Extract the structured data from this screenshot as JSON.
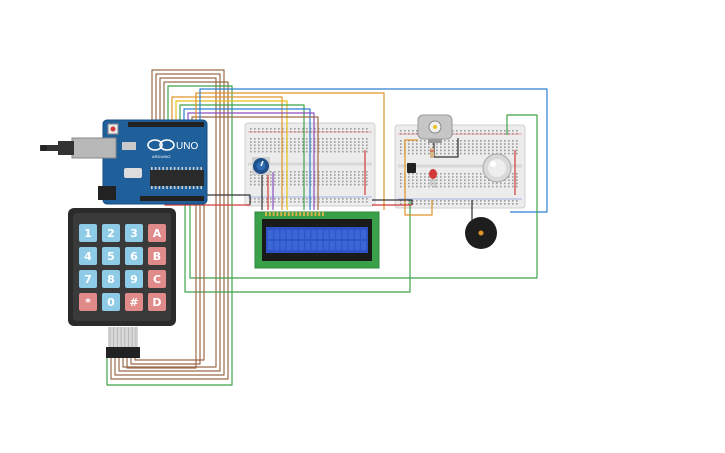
{
  "board": {
    "logo_text": "UNO",
    "brand_text": "ARDUINO",
    "colors": {
      "pcb": "#1f5f9a",
      "pcb_edge": "#174d80",
      "header": "#222222"
    }
  },
  "keypad": {
    "rows": [
      [
        "1",
        "2",
        "3",
        "A"
      ],
      [
        "4",
        "5",
        "6",
        "B"
      ],
      [
        "7",
        "8",
        "9",
        "C"
      ],
      [
        "*",
        "0",
        "#",
        "D"
      ]
    ],
    "colors": {
      "number_key": "#8ecbe6",
      "letter_key": "#e08a8a",
      "body": "#2b2b2b"
    }
  },
  "components": [
    {
      "name": "arduino-uno",
      "label": "Arduino Uno"
    },
    {
      "name": "keypad-4x4",
      "label": "4x4 keypad"
    },
    {
      "name": "breadboard-left",
      "label": "Breadboard"
    },
    {
      "name": "breadboard-right",
      "label": "Breadboard"
    },
    {
      "name": "lcd-16x2",
      "label": "LCD 16x2"
    },
    {
      "name": "potentiometer",
      "label": "Potentiometer"
    },
    {
      "name": "dc-motor",
      "label": "DC motor"
    },
    {
      "name": "servo",
      "label": "Servo"
    },
    {
      "name": "buzzer",
      "label": "Piezo buzzer"
    },
    {
      "name": "red-led",
      "label": "LED"
    },
    {
      "name": "transistor",
      "label": "Transistor"
    }
  ],
  "wire_colors": {
    "brown": "#9a6a4a",
    "orange": "#e0942a",
    "yellow": "#e8c21a",
    "green": "#3fa34a",
    "blue": "#2d7fd0",
    "purple": "#8a4fc0",
    "red": "#d23a3a",
    "black": "#333333"
  },
  "lcd": {
    "screen_color": "#2d55c7",
    "pcb_color": "#3aa14a"
  }
}
